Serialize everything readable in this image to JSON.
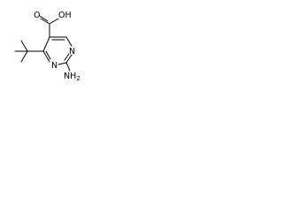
{
  "molecule": {
    "atoms": {
      "oxygen_carbonyl": "O",
      "hydroxyl": "OH",
      "ring_nitrogen_1": "N",
      "ring_nitrogen_2": "N",
      "amino_group": "NH",
      "amino_subscript": "2"
    },
    "colors": {
      "ink": "#000000",
      "background": "#ffffff"
    }
  }
}
